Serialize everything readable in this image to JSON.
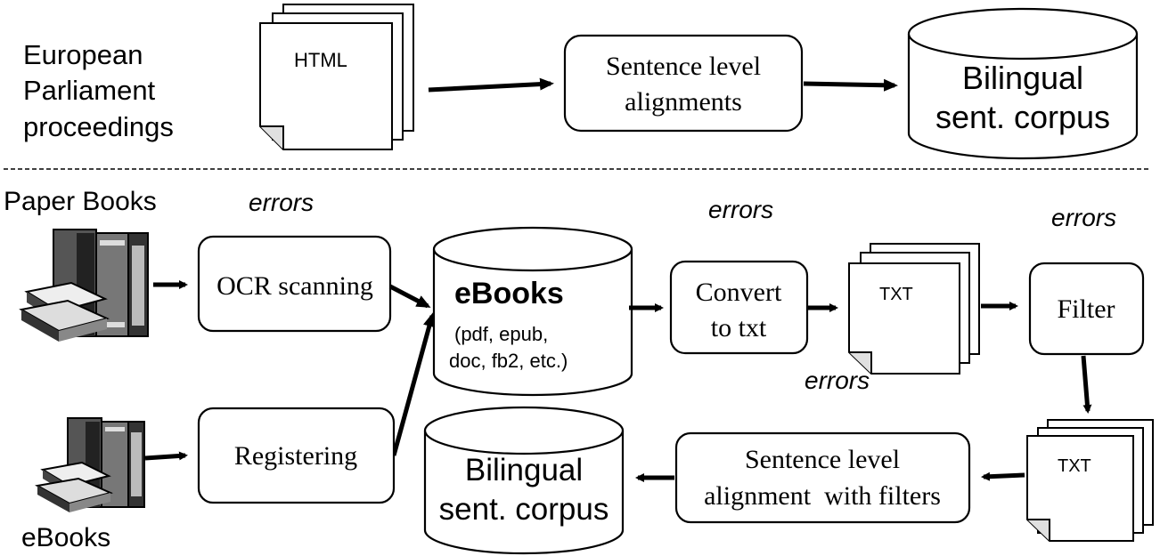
{
  "top": {
    "source_label": [
      "European",
      "Parliament",
      "proceedings"
    ],
    "doc_label": "HTML",
    "process_label": [
      "Sentence level",
      "alignments"
    ],
    "output_label": [
      "Bilingual",
      "sent. corpus"
    ]
  },
  "bottom": {
    "paper_books_label": "Paper Books",
    "ebooks_source_label": "eBooks",
    "ocr_label": "OCR scanning",
    "registering_label": "Registering",
    "ebooks_db": {
      "title": "eBooks",
      "formats": [
        "(pdf, epub,",
        "doc, fb2, etc.)"
      ]
    },
    "convert_label": [
      "Convert",
      "to txt"
    ],
    "txt_doc_label": "TXT",
    "filter_label": "Filter",
    "txt_doc2_label": "TXT",
    "align_label": [
      "Sentence level",
      "alignment  with filters"
    ],
    "corpus_label": [
      "Bilingual",
      "sent. corpus"
    ],
    "errors_labels": [
      "errors",
      "errors",
      "errors",
      "errors"
    ]
  }
}
